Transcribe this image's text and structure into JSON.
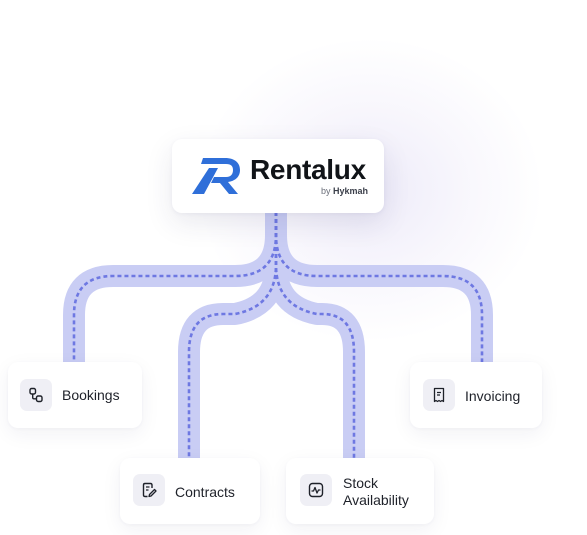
{
  "brand": {
    "name": "Rentalux",
    "by_prefix": "by ",
    "by_name": "Hykmah",
    "logo_icon": "rentalux-r-logo-icon",
    "accent": "#2f6fd9"
  },
  "connector_color": "#c9cdf4",
  "connector_dash_color": "#6e78e2",
  "modules": [
    {
      "label": "Bookings",
      "icon": "bookings-icon"
    },
    {
      "label": "Contracts",
      "icon": "contracts-icon"
    },
    {
      "label": "Stock Availability",
      "icon": "stock-availability-icon"
    },
    {
      "label": "Invoicing",
      "icon": "invoicing-icon"
    }
  ]
}
